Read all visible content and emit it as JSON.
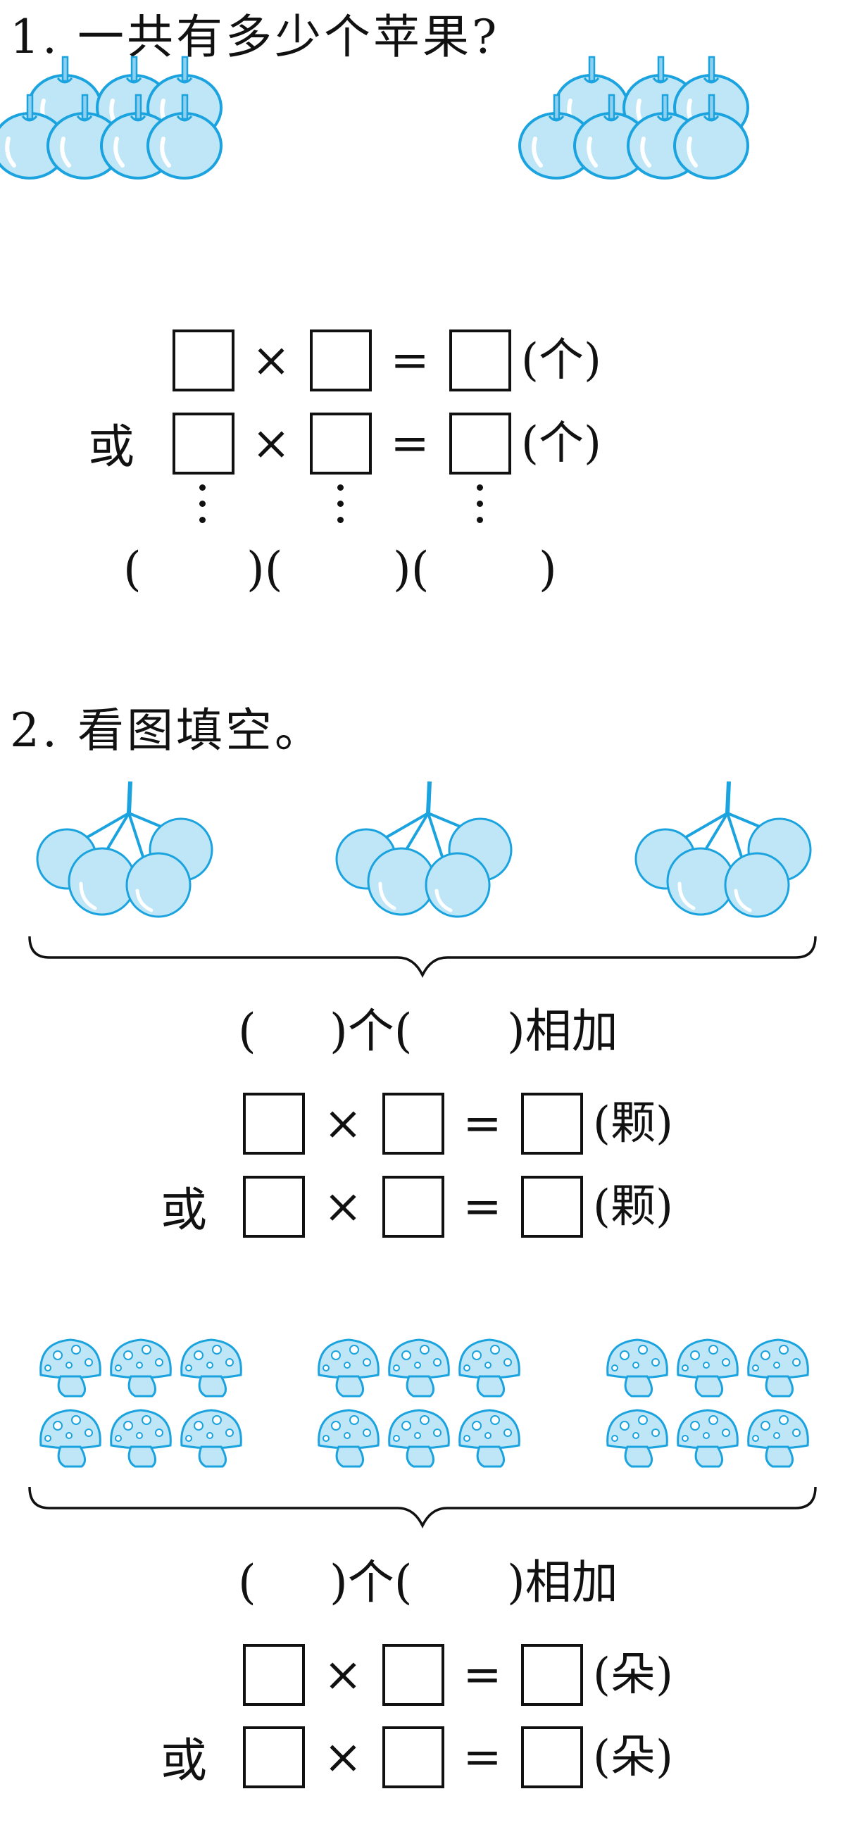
{
  "q1": {
    "title": "1. 一共有多少个苹果?",
    "or_label": "或",
    "times": "×",
    "equals": "=",
    "unit": "(个)",
    "blank_row": [
      "(",
      ")(",
      ")(",
      ")"
    ]
  },
  "q2": {
    "title": "2. 看图填空。",
    "cherry_section": {
      "fill_text": [
        "(",
        ")个(",
        ")相加"
      ],
      "times": "×",
      "equals": "=",
      "unit": "(颗)",
      "or_label": "或"
    },
    "mushroom_section": {
      "fill_text": [
        "(",
        ")个(",
        ")相加"
      ],
      "times": "×",
      "equals": "=",
      "unit": "(朵)",
      "or_label": "或"
    }
  },
  "colors": {
    "fill_light": "#bfe6f7",
    "fill_mid": "#8fd0ef",
    "stroke": "#1aa3de",
    "text": "#111111"
  },
  "icons": [
    "apple-icon",
    "cherry-cluster-icon",
    "mushroom-icon"
  ]
}
